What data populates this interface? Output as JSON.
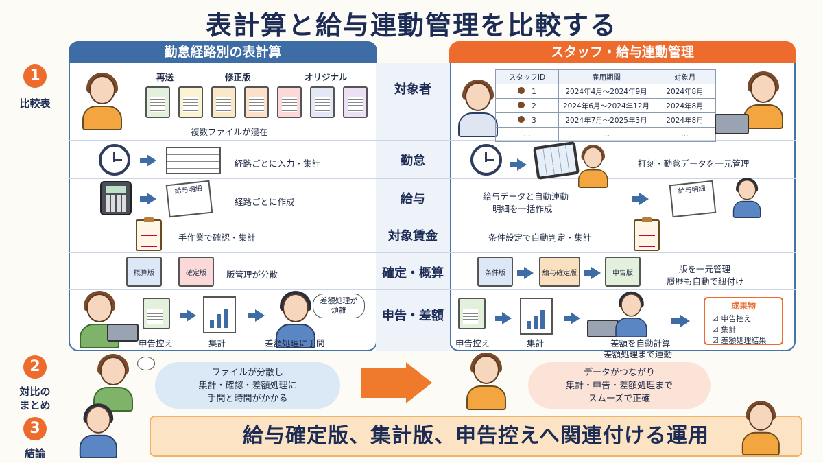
{
  "title": "表計算と給与連動管理を比較する",
  "left_header": "勤怠経路別の表計算",
  "right_header": "スタッフ・給与連動管理",
  "steps": [
    {
      "num": "1",
      "label": "比較表"
    },
    {
      "num": "2",
      "label_line1": "対比の",
      "label_line2": "まとめ"
    },
    {
      "num": "3",
      "label": "結論"
    }
  ],
  "categories": [
    "対象者",
    "勤怠",
    "給与",
    "対象賃金",
    "確定・概算",
    "申告・差額"
  ],
  "left": {
    "row1": {
      "doc_labels": [
        "再送",
        "修正版",
        "オリジナル"
      ],
      "caption": "複数ファイルが混在"
    },
    "row2": {
      "caption": "経路ごとに入力・集計"
    },
    "row3": {
      "slip": "給与明細",
      "caption": "経路ごとに作成"
    },
    "row4": {
      "caption": "手作業で確認・集計"
    },
    "row5": {
      "doc1": "概算版",
      "doc2": "確定版",
      "caption": "版管理が分散"
    },
    "row6": {
      "label1": "申告控え",
      "label2": "集計",
      "label3": "差額処理に手間",
      "bubble_line1": "差額処理が",
      "bubble_line2": "煩雑"
    }
  },
  "right": {
    "table": {
      "headers": [
        "スタッフID",
        "雇用期間",
        "対象月"
      ],
      "rows": [
        [
          "1",
          "2024年4月～2024年9月",
          "2024年8月"
        ],
        [
          "2",
          "2024年6月～2024年12月",
          "2024年8月"
        ],
        [
          "3",
          "2024年7月～2025年3月",
          "2024年8月"
        ],
        [
          "…",
          "…",
          "…"
        ]
      ]
    },
    "row2": {
      "caption": "打刻・勤怠データを一元管理"
    },
    "row3": {
      "caption_line1": "給与データと自動連動",
      "caption_line2": "明細を一括作成",
      "slip": "給与明細"
    },
    "row4": {
      "caption": "条件設定で自動判定・集計"
    },
    "row5": {
      "doc1": "条件版",
      "doc2": "給与確定版",
      "doc3": "申告版",
      "caption_line1": "版を一元管理",
      "caption_line2": "履歴も自動で紐付け"
    },
    "row6": {
      "label1": "申告控え",
      "label2": "集計",
      "caption_line1": "差額を自動計算",
      "caption_line2": "差額処理まで連動"
    },
    "results": {
      "title": "成果物",
      "items": [
        "申告控え",
        "集計",
        "差額処理結果"
      ]
    }
  },
  "summary": {
    "left_line1": "ファイルが分散し",
    "left_line2": "集計・確認・差額処理に",
    "left_line3": "手間と時間がかかる",
    "right_line1": "データがつながり",
    "right_line2": "集計・申告・差額処理まで",
    "right_line3": "スムーズで正確"
  },
  "conclusion": "給与確定版、集計版、申告控えへ関連付ける運用",
  "colors": {
    "accent": "#ec6b2d",
    "primary": "#3e6da6",
    "navy": "#1c2c55"
  }
}
